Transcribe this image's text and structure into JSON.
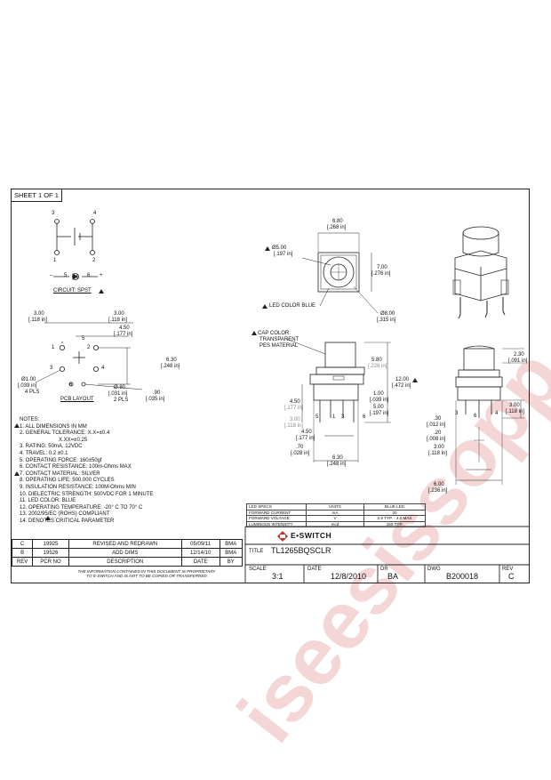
{
  "sheet": "SHEET 1 OF 1",
  "circuit": {
    "label": "CIRCUIT: SPST",
    "pins": [
      "1",
      "2",
      "3",
      "4",
      "5",
      "6"
    ],
    "minus": "–",
    "plus": "+"
  },
  "pcb": {
    "label": "PCB LAYOUT",
    "dim_left": "3.00",
    "dim_left_in": "[.118 in]",
    "dim_right": "3.00",
    "dim_right_in": "[.118 in]",
    "dim_span": "4.50",
    "dim_span_in": "[.177 in]",
    "dim_height": "6.30",
    "dim_height_in": "[.248 in]",
    "hole_big": "Ø1.00",
    "hole_big_in": "[.039 in]",
    "hole_big_qty": "4 PLS",
    "hole_small": "Ø.80",
    "hole_small_in": "[.031 in]",
    "hole_small_qty": "2 PLS",
    "dim_offset": ".90",
    "dim_offset_in": "[.035 in]",
    "pins": [
      "1",
      "2",
      "3",
      "4",
      "5",
      "6"
    ]
  },
  "top_view": {
    "width": "6.80",
    "width_in": "[.268 in]",
    "depth": "7.00",
    "depth_in": "[.276 in]",
    "lens": "Ø5.00",
    "lens_in": "[.197 in]",
    "body": "Ø8.00",
    "body_in": "[.315 in]",
    "led_color": "LED COLOR BLUE"
  },
  "front_view": {
    "cap_note": [
      "CAP COLOR:",
      "TRANSPARENT",
      "PES MATERIAL"
    ],
    "cap_h": "5.80",
    "cap_h_in": "[.228 in]",
    "total_h": "12.00",
    "total_h_in": "[.472 in]",
    "base_h": "1.00",
    "base_h_in": "[.039 in]",
    "pin_len": "5.00",
    "pin_len_in": "[.197 in]",
    "body_h": "4.50",
    "body_h_in": "[.177 in]",
    "pin_off": "3.00",
    "pin_off_in": "[.118 in]",
    "pin_sp": "4.50",
    "pin_sp_in": "[.177 in]",
    "pin_w": ".70",
    "pin_w_in": "[.028 in]",
    "width": "6.30",
    "width_in": "[.248 in]",
    "pins": [
      "5",
      "1",
      "3",
      "6"
    ]
  },
  "side_view": {
    "top": "2.30",
    "top_in": "[.091 in]",
    "pin_len": "3.00",
    "pin_len_in": "[.118 in]",
    "t1": ".30",
    "t1_in": "[.012 in]",
    "t2": ".20",
    "t2_in": "[.008 in]",
    "sp": "3.00",
    "sp_in": "[.118 in]",
    "width": "6.00",
    "width_in": "[.236 in]",
    "pins": [
      "3",
      "6",
      "4"
    ]
  },
  "notes": {
    "title": "NOTES:",
    "lines": [
      " 1. ALL DIMENSIONS IN MM",
      " 2. GENERAL TOLERANCE: X.X=±0.4",
      "                                    X.XX=±0.25",
      " 3. RATING: 50mA, 12VDC",
      " 4. TRAVEL: 0.2 ±0.1",
      " 5. OPERATING FORCE: 160±50gf",
      " 6. CONTACT RESISTANCE: 100m-Ohms MAX",
      " 7. CONTACT MATERIAL: SILVER",
      " 8. OPERATING LIFE: 500,000 CYCLES",
      " 9. INSULATION RESISTANCE: 100M-Ohms MIN",
      "10. DIELECTRIC STRENGTH: 500VDC FOR 1 MINUTE",
      "11. LED COLOR: BLUE",
      "12. OPERATING TEMPERATURE: -20° C TO 70° C",
      "13. 2002/95/EC (ROHS) COMPLIANT",
      "14.  DENOTES CRITICAL PARAMETER"
    ]
  },
  "revisions": [
    {
      "rev": "C",
      "pcr": "19925",
      "desc": "REVISED AND REDRAWN",
      "date": "05/09/11",
      "by": "BMA"
    },
    {
      "rev": "B",
      "pcr": "19526",
      "desc": "ADD DIMS",
      "date": "12/14/10",
      "by": "BMA"
    }
  ],
  "rev_headers": {
    "rev": "REV",
    "pcr": "PCR NO",
    "desc": "DESCRIPTION",
    "date": "DATE",
    "by": "BY"
  },
  "proprietary": [
    "THE INFORMATION CONTAINED IN THIS DOCUMENT IS PROPRIETARY",
    "TO E-SWITCH AND IS NOT TO BE COPIED OR TRANSFERRED"
  ],
  "led_table": {
    "headers": [
      "LED SPECS",
      "UNITS",
      "BLUE LED"
    ],
    "rows": [
      [
        "FORWARD CURRENT",
        "mA",
        "20"
      ],
      [
        "FORWARD VOLTAGE",
        "V",
        "2.9 TYP. - 4.0 MAX"
      ],
      [
        "LUMINOUS INTENSITY",
        "mcd",
        "150 TYP."
      ]
    ]
  },
  "brand": "E•SWITCH",
  "title_block": {
    "title_label": "TITLE",
    "title": "TL1265BQSCLR",
    "scale_label": "SCALE",
    "scale": "3:1",
    "date_label": "DATE",
    "date": "12/8/2010",
    "dr_label": "DR",
    "dr": "BA",
    "dwg_label": "DWG",
    "dwg": "B200018",
    "rev_label": "REV",
    "rev": "C"
  },
  "watermark": "iseesissopp.com",
  "colors": {
    "watermark": "#f1c9c9",
    "line": "#222222"
  }
}
